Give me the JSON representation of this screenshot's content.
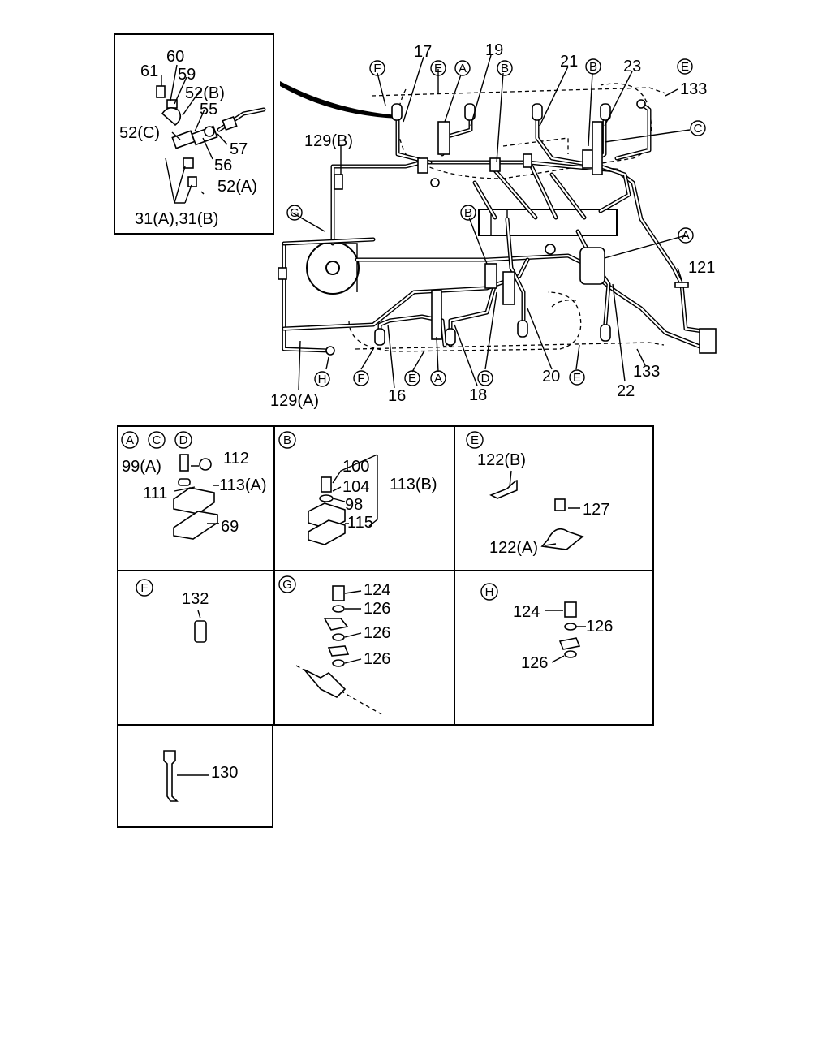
{
  "inset": {
    "labels": [
      "61",
      "60",
      "59",
      "52(B)",
      "55",
      "52(C)",
      "57",
      "56",
      "52(A)",
      "31(A),31(B)"
    ]
  },
  "main": {
    "labels": [
      "17",
      "19",
      "21",
      "23",
      "133",
      "129(B)",
      "121",
      "129(A)",
      "16",
      "18",
      "20",
      "22",
      "133"
    ],
    "markers": [
      "F",
      "E",
      "A",
      "B",
      "B",
      "E",
      "C",
      "G",
      "B",
      "A",
      "H",
      "F",
      "E",
      "A",
      "D",
      "E"
    ]
  },
  "panels": {
    "acd": {
      "markers": [
        "A",
        "C",
        "D"
      ],
      "labels": [
        "99(A)",
        "112",
        "111",
        "113(A)",
        "69"
      ]
    },
    "b": {
      "marker": "B",
      "labels": [
        "100",
        "104",
        "113(B)",
        "98",
        "115"
      ]
    },
    "e": {
      "marker": "E",
      "labels": [
        "122(B)",
        "127",
        "122(A)"
      ]
    },
    "f": {
      "marker": "F",
      "labels": [
        "132"
      ]
    },
    "g": {
      "marker": "G",
      "labels": [
        "124",
        "126",
        "126",
        "126"
      ]
    },
    "h": {
      "marker": "H",
      "labels": [
        "124",
        "126",
        "126"
      ]
    },
    "last": {
      "labels": [
        "130"
      ]
    }
  }
}
